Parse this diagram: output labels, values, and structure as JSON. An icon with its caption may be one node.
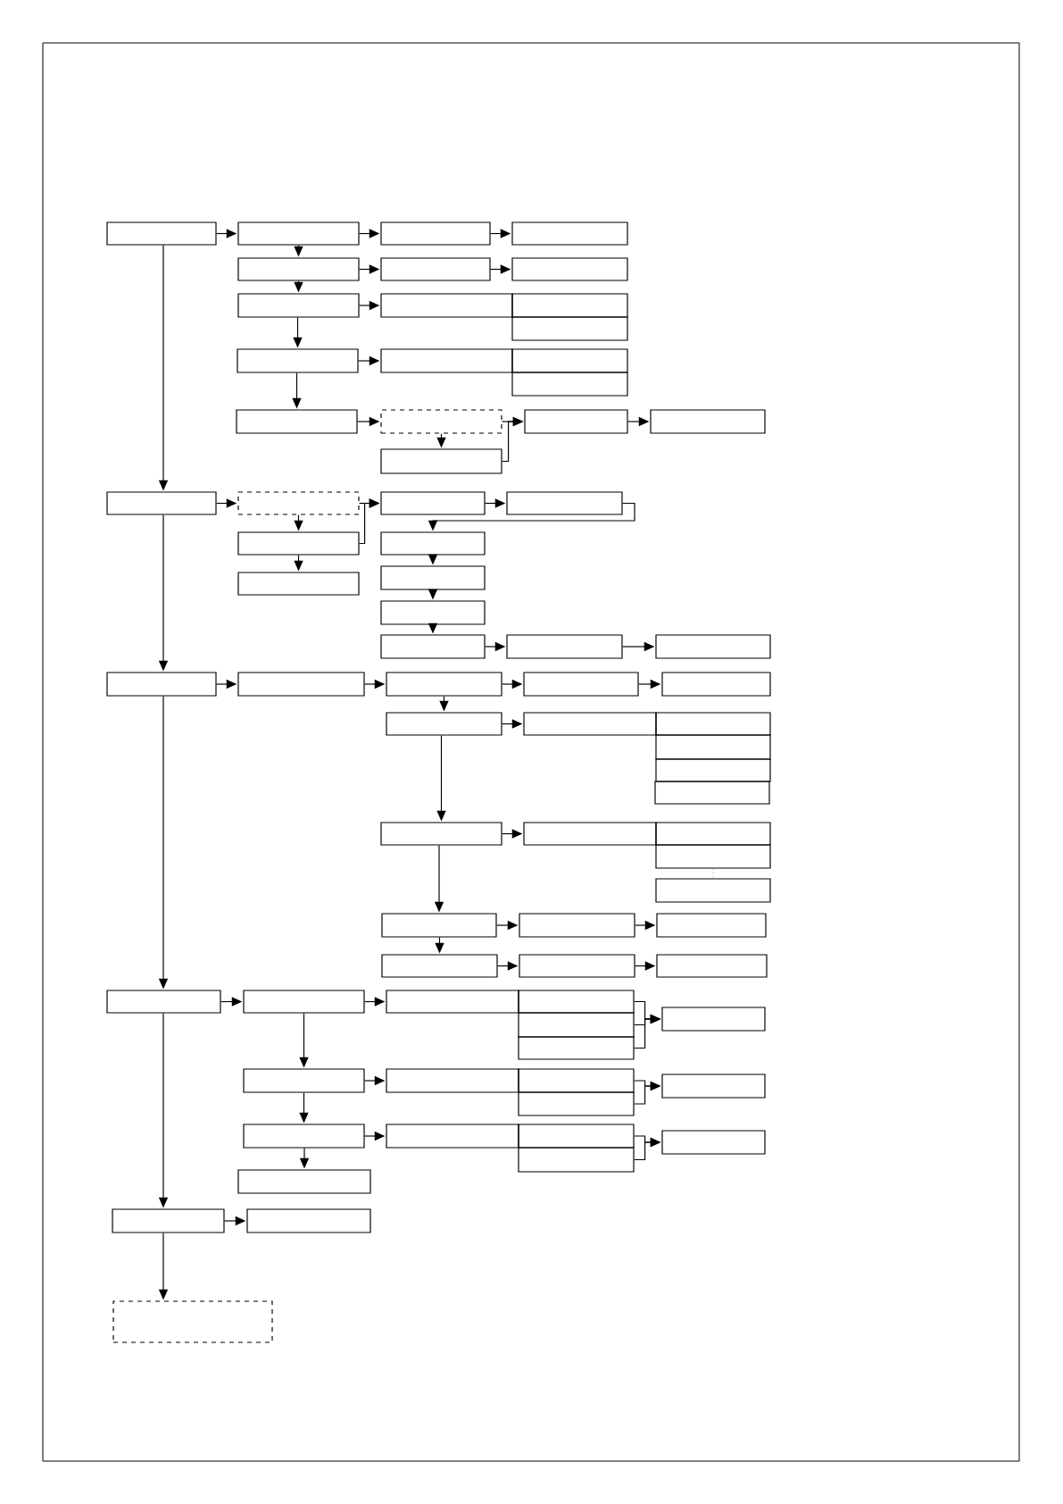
{
  "diagram": {
    "nodes": [
      {
        "text": [],
        "shape": "box"
      },
      {
        "text": [],
        "shape": "box"
      },
      {
        "text": [],
        "shape": "box"
      },
      {
        "text": [],
        "shape": "box"
      },
      {
        "text": [],
        "shape": "box"
      },
      {
        "text": [],
        "shape": "box"
      },
      {
        "text": [],
        "shape": "box"
      },
      {
        "text": [],
        "shape": "box"
      },
      {
        "text": [],
        "shape": "box"
      },
      {
        "text": [],
        "shape": "box"
      },
      {
        "text": [],
        "shape": "box"
      },
      {
        "text": [],
        "shape": "box"
      },
      {
        "text": [],
        "shape": "box"
      },
      {
        "text": [],
        "shape": "box"
      },
      {
        "text": [],
        "shape": "box"
      },
      {
        "text": [],
        "shape": "box"
      },
      {
        "text": [],
        "shape": "box"
      },
      {
        "text": [],
        "shape": "box"
      },
      {
        "text": [],
        "shape": "box"
      },
      {
        "text": [],
        "shape": "box"
      },
      {
        "text": [],
        "shape": "box"
      },
      {
        "text": [],
        "shape": "box"
      },
      {
        "text": [],
        "shape": "box"
      },
      {
        "text": [],
        "shape": "box"
      },
      {
        "text": [],
        "shape": "box"
      },
      {
        "text": [],
        "shape": "box"
      },
      {
        "text": [],
        "shape": "box"
      },
      {
        "text": [],
        "shape": "box"
      },
      {
        "text": [],
        "shape": "box"
      },
      {
        "text": [],
        "shape": "box"
      },
      {
        "text": [],
        "shape": "box"
      },
      {
        "text": [],
        "shape": "box"
      },
      {
        "text": [],
        "shape": "box"
      },
      {
        "text": [],
        "shape": "box"
      },
      {
        "text": [],
        "shape": "box"
      },
      {
        "text": [],
        "shape": "box"
      },
      {
        "text": [],
        "shape": "box"
      },
      {
        "text": [],
        "shape": "box"
      },
      {
        "text": [],
        "shape": "box"
      },
      {
        "text": [],
        "shape": "box"
      },
      {
        "text": [],
        "shape": "box"
      },
      {
        "text": [],
        "shape": "box"
      },
      {
        "text": [],
        "shape": "box"
      },
      {
        "text": [],
        "shape": "box"
      },
      {
        "text": [],
        "shape": "box"
      },
      {
        "text": [],
        "shape": "box"
      },
      {
        "text": [],
        "shape": "box"
      },
      {
        "text": [],
        "shape": "box"
      },
      {
        "text": [],
        "shape": "box"
      },
      {
        "text": [],
        "shape": "box"
      },
      {
        "text": [],
        "shape": "box"
      },
      {
        "text": [],
        "shape": "box"
      },
      {
        "text": [],
        "shape": "box"
      },
      {
        "text": [],
        "shape": "box"
      },
      {
        "text": [],
        "shape": "box"
      },
      {
        "text": [],
        "shape": "box"
      },
      {
        "text": [],
        "shape": "box"
      },
      {
        "text": [],
        "shape": "box"
      },
      {
        "text": [],
        "shape": "box"
      },
      {
        "text": [],
        "shape": "box"
      },
      {
        "text": [],
        "shape": "box"
      },
      {
        "text": [],
        "shape": "box"
      },
      {
        "text": [],
        "shape": "box"
      },
      {
        "text": [],
        "shape": "box"
      },
      {
        "text": [],
        "shape": "box"
      },
      {
        "text": [],
        "shape": "box"
      },
      {
        "text": [],
        "shape": "box"
      },
      {
        "text": [],
        "shape": "box"
      },
      {
        "text": [],
        "shape": "box"
      },
      {
        "text": [],
        "shape": "box"
      },
      {
        "text": [],
        "shape": "box"
      },
      {
        "text": [],
        "shape": "box"
      },
      {
        "text": [],
        "shape": "box"
      },
      {
        "text": [],
        "shape": "box"
      },
      {
        "text": [],
        "shape": "box"
      }
    ],
    "edges": [
      {
        "from": 0,
        "to": 1,
        "arrow": "to"
      },
      {
        "from": 1,
        "to": 2,
        "arrow": "to"
      },
      {
        "from": 2,
        "to": 3,
        "arrow": "to"
      },
      {
        "from": 1,
        "to": 4,
        "arrow": "to"
      },
      {
        "from": 4,
        "to": 5,
        "arrow": "to"
      },
      {
        "from": 5,
        "to": 6,
        "arrow": "to"
      },
      {
        "from": 4,
        "to": 7,
        "arrow": "to"
      },
      {
        "from": 7,
        "to": 8,
        "arrow": "to"
      },
      {
        "from": 7,
        "to": 11,
        "arrow": "to"
      },
      {
        "from": 11,
        "to": 12,
        "arrow": "to"
      },
      {
        "from": 11,
        "to": 15,
        "arrow": "to"
      },
      {
        "from": 15,
        "to": 16,
        "arrow": "to"
      },
      {
        "from": 16,
        "to": 19,
        "arrow": "to"
      },
      {
        "from": 16,
        "to": 17,
        "arrow": "to"
      },
      {
        "from": 19,
        "to": 17,
        "arrow": "to"
      },
      {
        "from": 17,
        "to": 18,
        "arrow": "to"
      },
      {
        "from": 0,
        "to": 20,
        "arrow": "to"
      },
      {
        "from": 20,
        "to": 21,
        "arrow": "to"
      },
      {
        "from": 21,
        "to": 22,
        "arrow": "to"
      },
      {
        "from": 24,
        "to": 22,
        "arrow": "to"
      },
      {
        "from": 21,
        "to": 24,
        "arrow": "to"
      },
      {
        "from": 24,
        "to": 26,
        "arrow": "to"
      },
      {
        "from": 22,
        "to": 23,
        "arrow": "to"
      },
      {
        "from": 23,
        "to": 25,
        "arrow": "to"
      },
      {
        "from": 25,
        "to": 27,
        "arrow": "to"
      },
      {
        "from": 27,
        "to": 28,
        "arrow": "to"
      },
      {
        "from": 28,
        "to": 29,
        "arrow": "to"
      },
      {
        "from": 29,
        "to": 30,
        "arrow": "to"
      },
      {
        "from": 30,
        "to": 31,
        "arrow": "to"
      },
      {
        "from": 20,
        "to": 32,
        "arrow": "to"
      },
      {
        "from": 32,
        "to": 33,
        "arrow": "to"
      },
      {
        "from": 33,
        "to": 34,
        "arrow": "to"
      },
      {
        "from": 34,
        "to": 35,
        "arrow": "to"
      },
      {
        "from": 35,
        "to": 36,
        "arrow": "to"
      },
      {
        "from": 34,
        "to": 37,
        "arrow": "to"
      },
      {
        "from": 37,
        "to": 38,
        "arrow": "to"
      },
      {
        "from": 37,
        "to": 43,
        "arrow": "to"
      },
      {
        "from": 43,
        "to": 44,
        "arrow": "to"
      },
      {
        "from": 43,
        "to": 48,
        "arrow": "to"
      },
      {
        "from": 48,
        "to": 49,
        "arrow": "to"
      },
      {
        "from": 49,
        "to": 50,
        "arrow": "to"
      },
      {
        "from": 48,
        "to": 51,
        "arrow": "to"
      },
      {
        "from": 51,
        "to": 52,
        "arrow": "to"
      },
      {
        "from": 52,
        "to": 53,
        "arrow": "to"
      },
      {
        "from": 32,
        "to": 54,
        "arrow": "to"
      },
      {
        "from": 54,
        "to": 55,
        "arrow": "to"
      },
      {
        "from": 55,
        "to": 56,
        "arrow": "to"
      },
      {
        "from": 57,
        "to": 58,
        "arrow": "to"
      },
      {
        "from": 59,
        "to": 58,
        "arrow": "to"
      },
      {
        "from": 60,
        "to": 58,
        "arrow": "to"
      },
      {
        "from": 55,
        "to": 61,
        "arrow": "to"
      },
      {
        "from": 61,
        "to": 62,
        "arrow": "to"
      },
      {
        "from": 63,
        "to": 64,
        "arrow": "to"
      },
      {
        "from": 65,
        "to": 64,
        "arrow": "to"
      },
      {
        "from": 61,
        "to": 66,
        "arrow": "to"
      },
      {
        "from": 66,
        "to": 67,
        "arrow": "to"
      },
      {
        "from": 68,
        "to": 69,
        "arrow": "to"
      },
      {
        "from": 70,
        "to": 69,
        "arrow": "to"
      },
      {
        "from": 66,
        "to": 71,
        "arrow": "to"
      },
      {
        "from": 54,
        "to": 72,
        "arrow": "to"
      },
      {
        "from": 72,
        "to": 73,
        "arrow": "to"
      },
      {
        "from": 72,
        "to": 74,
        "arrow": "to"
      }
    ]
  }
}
